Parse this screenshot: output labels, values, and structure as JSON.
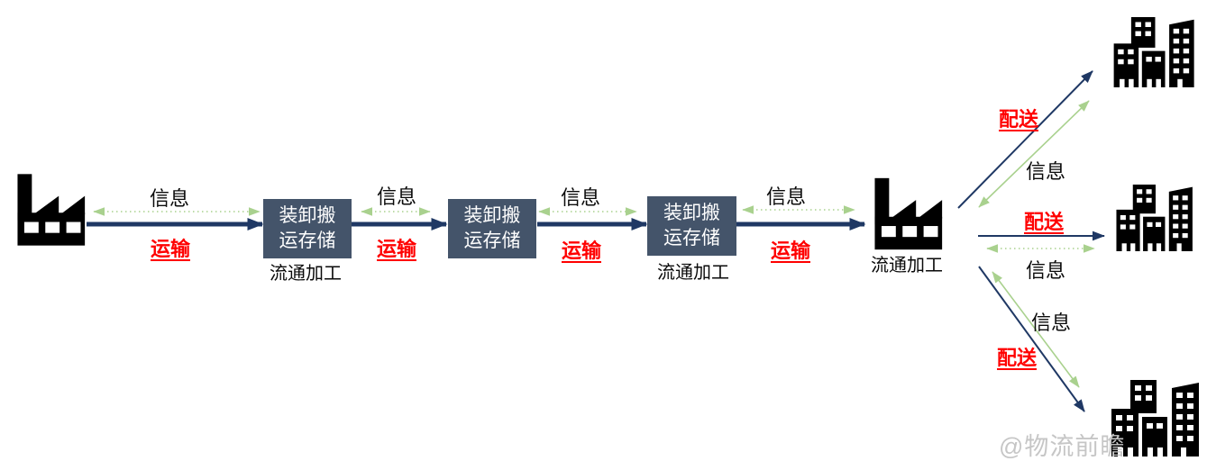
{
  "colors": {
    "navy": "#1f3864",
    "green": "#a9d18e",
    "red": "#ff0000",
    "box_fill": "#44546a",
    "box_text": "#ffffff",
    "text": "#0a0a0a",
    "icon_black": "#000000",
    "watermark_gray": "#c6c6c6"
  },
  "chain": {
    "segments": [
      {
        "info_label": "信息",
        "transport_label": "运输"
      },
      {
        "info_label": "信息",
        "transport_label": "运输"
      },
      {
        "info_label": "信息",
        "transport_label": "运输"
      },
      {
        "info_label": "信息",
        "transport_label": "运输"
      }
    ],
    "boxes": [
      {
        "line1": "装卸搬",
        "line2": "运存储",
        "caption": "流通加工"
      },
      {
        "line1": "装卸搬",
        "line2": "运存储"
      },
      {
        "line1": "装卸搬",
        "line2": "运存储",
        "caption": "流通加工"
      }
    ],
    "factory_right_caption": "流通加工"
  },
  "distribution": {
    "branches": [
      {
        "delivery_label": "配送",
        "info_label": "信息"
      },
      {
        "delivery_label": "配送",
        "info_label": "信息"
      },
      {
        "delivery_label": "配送",
        "info_label": "信息"
      }
    ]
  },
  "watermark": "@物流前瞻",
  "icons": {
    "factory": "factory-icon",
    "customer": "city-buildings-icon"
  }
}
